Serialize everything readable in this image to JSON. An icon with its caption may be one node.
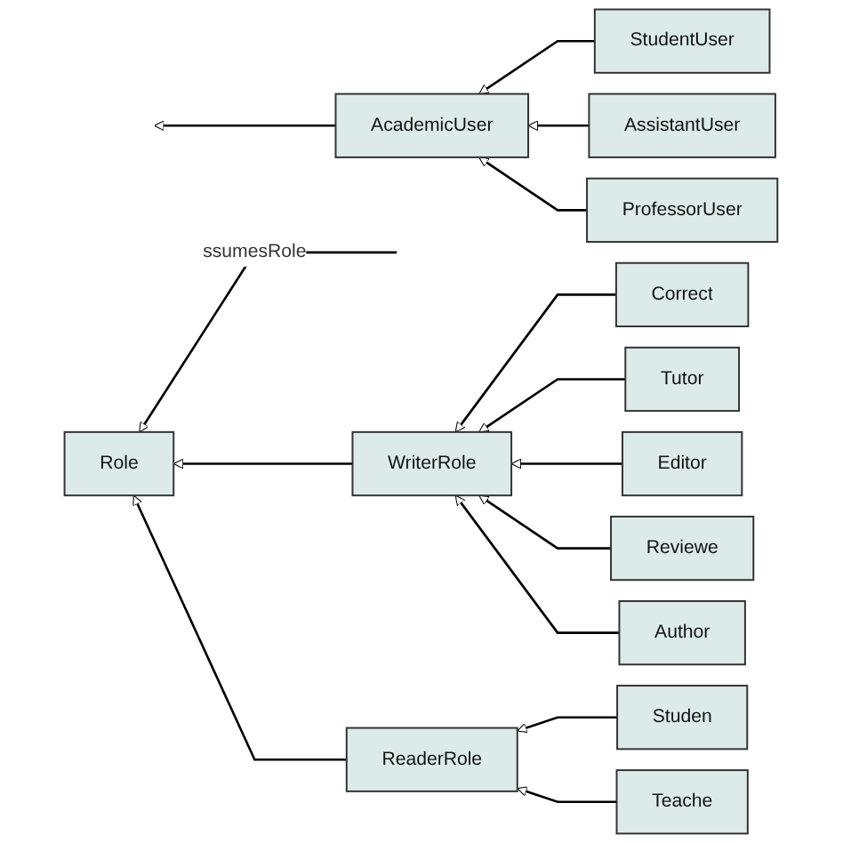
{
  "diagram": {
    "nodes": [
      {
        "text": [
          "StudentUser"
        ]
      },
      {
        "text": [
          "AcademicUser"
        ]
      },
      {
        "text": [
          "AssistantUser"
        ]
      },
      {
        "text": [
          "ProfessorUser"
        ]
      },
      {
        "text": [
          "Correct"
        ]
      },
      {
        "text": [
          "Tutor"
        ]
      },
      {
        "text": [
          "WriterRole"
        ]
      },
      {
        "text": [
          "Editor"
        ]
      },
      {
        "text": [
          "Role"
        ]
      },
      {
        "text": [
          "Reviewe"
        ]
      },
      {
        "text": [
          "Author"
        ]
      },
      {
        "text": [
          "Studen"
        ]
      },
      {
        "text": [
          "ReaderRole"
        ]
      },
      {
        "text": [
          "Teache"
        ]
      }
    ],
    "edges": [
      {
        "from": 1,
        "to": null,
        "arrow": "to"
      },
      {
        "from": 0,
        "to": 1,
        "arrow": "to"
      },
      {
        "from": 2,
        "to": 1,
        "arrow": "to"
      },
      {
        "from": 3,
        "to": 1,
        "arrow": "to"
      },
      {
        "from": null,
        "to": 8,
        "arrow": "to",
        "label": "ssumesRole"
      },
      {
        "from": 4,
        "to": 6,
        "arrow": "to"
      },
      {
        "from": 5,
        "to": 6,
        "arrow": "to"
      },
      {
        "from": 7,
        "to": 6,
        "arrow": "to"
      },
      {
        "from": 9,
        "to": 6,
        "arrow": "to"
      },
      {
        "from": 10,
        "to": 6,
        "arrow": "to"
      },
      {
        "from": 6,
        "to": 8,
        "arrow": "to"
      },
      {
        "from": 12,
        "to": 8,
        "arrow": "to"
      },
      {
        "from": 11,
        "to": 12,
        "arrow": "to"
      },
      {
        "from": 13,
        "to": 12,
        "arrow": "to"
      }
    ]
  }
}
